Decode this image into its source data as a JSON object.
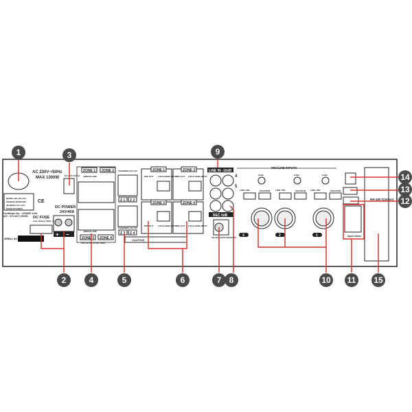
{
  "panel": {
    "ac_rating": "AC 230V~/50Hz",
    "max_power": "MAX 1300W",
    "plate_lines": [
      "MODEL NO: MA-412",
      "120W/4Ω 300W/100V",
      "JB MEDIA CO.,LTD.",
      "MADE IN KOREA"
    ],
    "certificate": "Certificate No. : 1234567-1234",
    "as_phone": "A/S : 070-4377-0000/5",
    "dc_fuse": "DC FUSE",
    "fuse_rating": "Fuse Rating T40AL 32V",
    "dc_power": "DC POWER",
    "dc_rating": "24V/40A",
    "serial_label": "SERIAL NO.:",
    "dc_out": "DC OUT 24V 1A",
    "zone1": "ZONE 1",
    "zone2": "ZONE 2",
    "zone3": "ZONE 3",
    "zone4": "ZONE 4",
    "bridge_amp": "BRIDGE AMP",
    "spk_outputs": "SPK OUTPUTS 8Ω 120W",
    "override": "OVERRIDE 24V 24V",
    "z_labels": [
      "Z 1",
      "Z 2",
      "Z 3",
      "Z 4"
    ],
    "pre_out": "PRE OUT",
    "local_input": "LOCAL/EMG INPUT",
    "caution": "CAUTION",
    "line_in": "LINE IN -10dB",
    "rec": "REC 0dB",
    "unbal_monitor": "UN-/BALANCE MONITOR",
    "mic_line_inputs": "MIC/LINE INPUTS",
    "gain": "GAIN",
    "line_mic": "LINE / MIC",
    "phantom": "PHANTOM",
    "channels": [
      "3",
      "2",
      "1"
    ],
    "port_numbers": [
      "4",
      "5"
    ],
    "input_chime": "Input Chime",
    "rr_option": "RR-400 (Option)"
  },
  "callouts": [
    "1",
    "2",
    "3",
    "4",
    "5",
    "6",
    "7",
    "8",
    "9",
    "10",
    "11",
    "12",
    "13",
    "14",
    "15"
  ],
  "colors": {
    "callout": "#4a4a4a",
    "leader": "#d9342b",
    "outline": "#222222"
  }
}
